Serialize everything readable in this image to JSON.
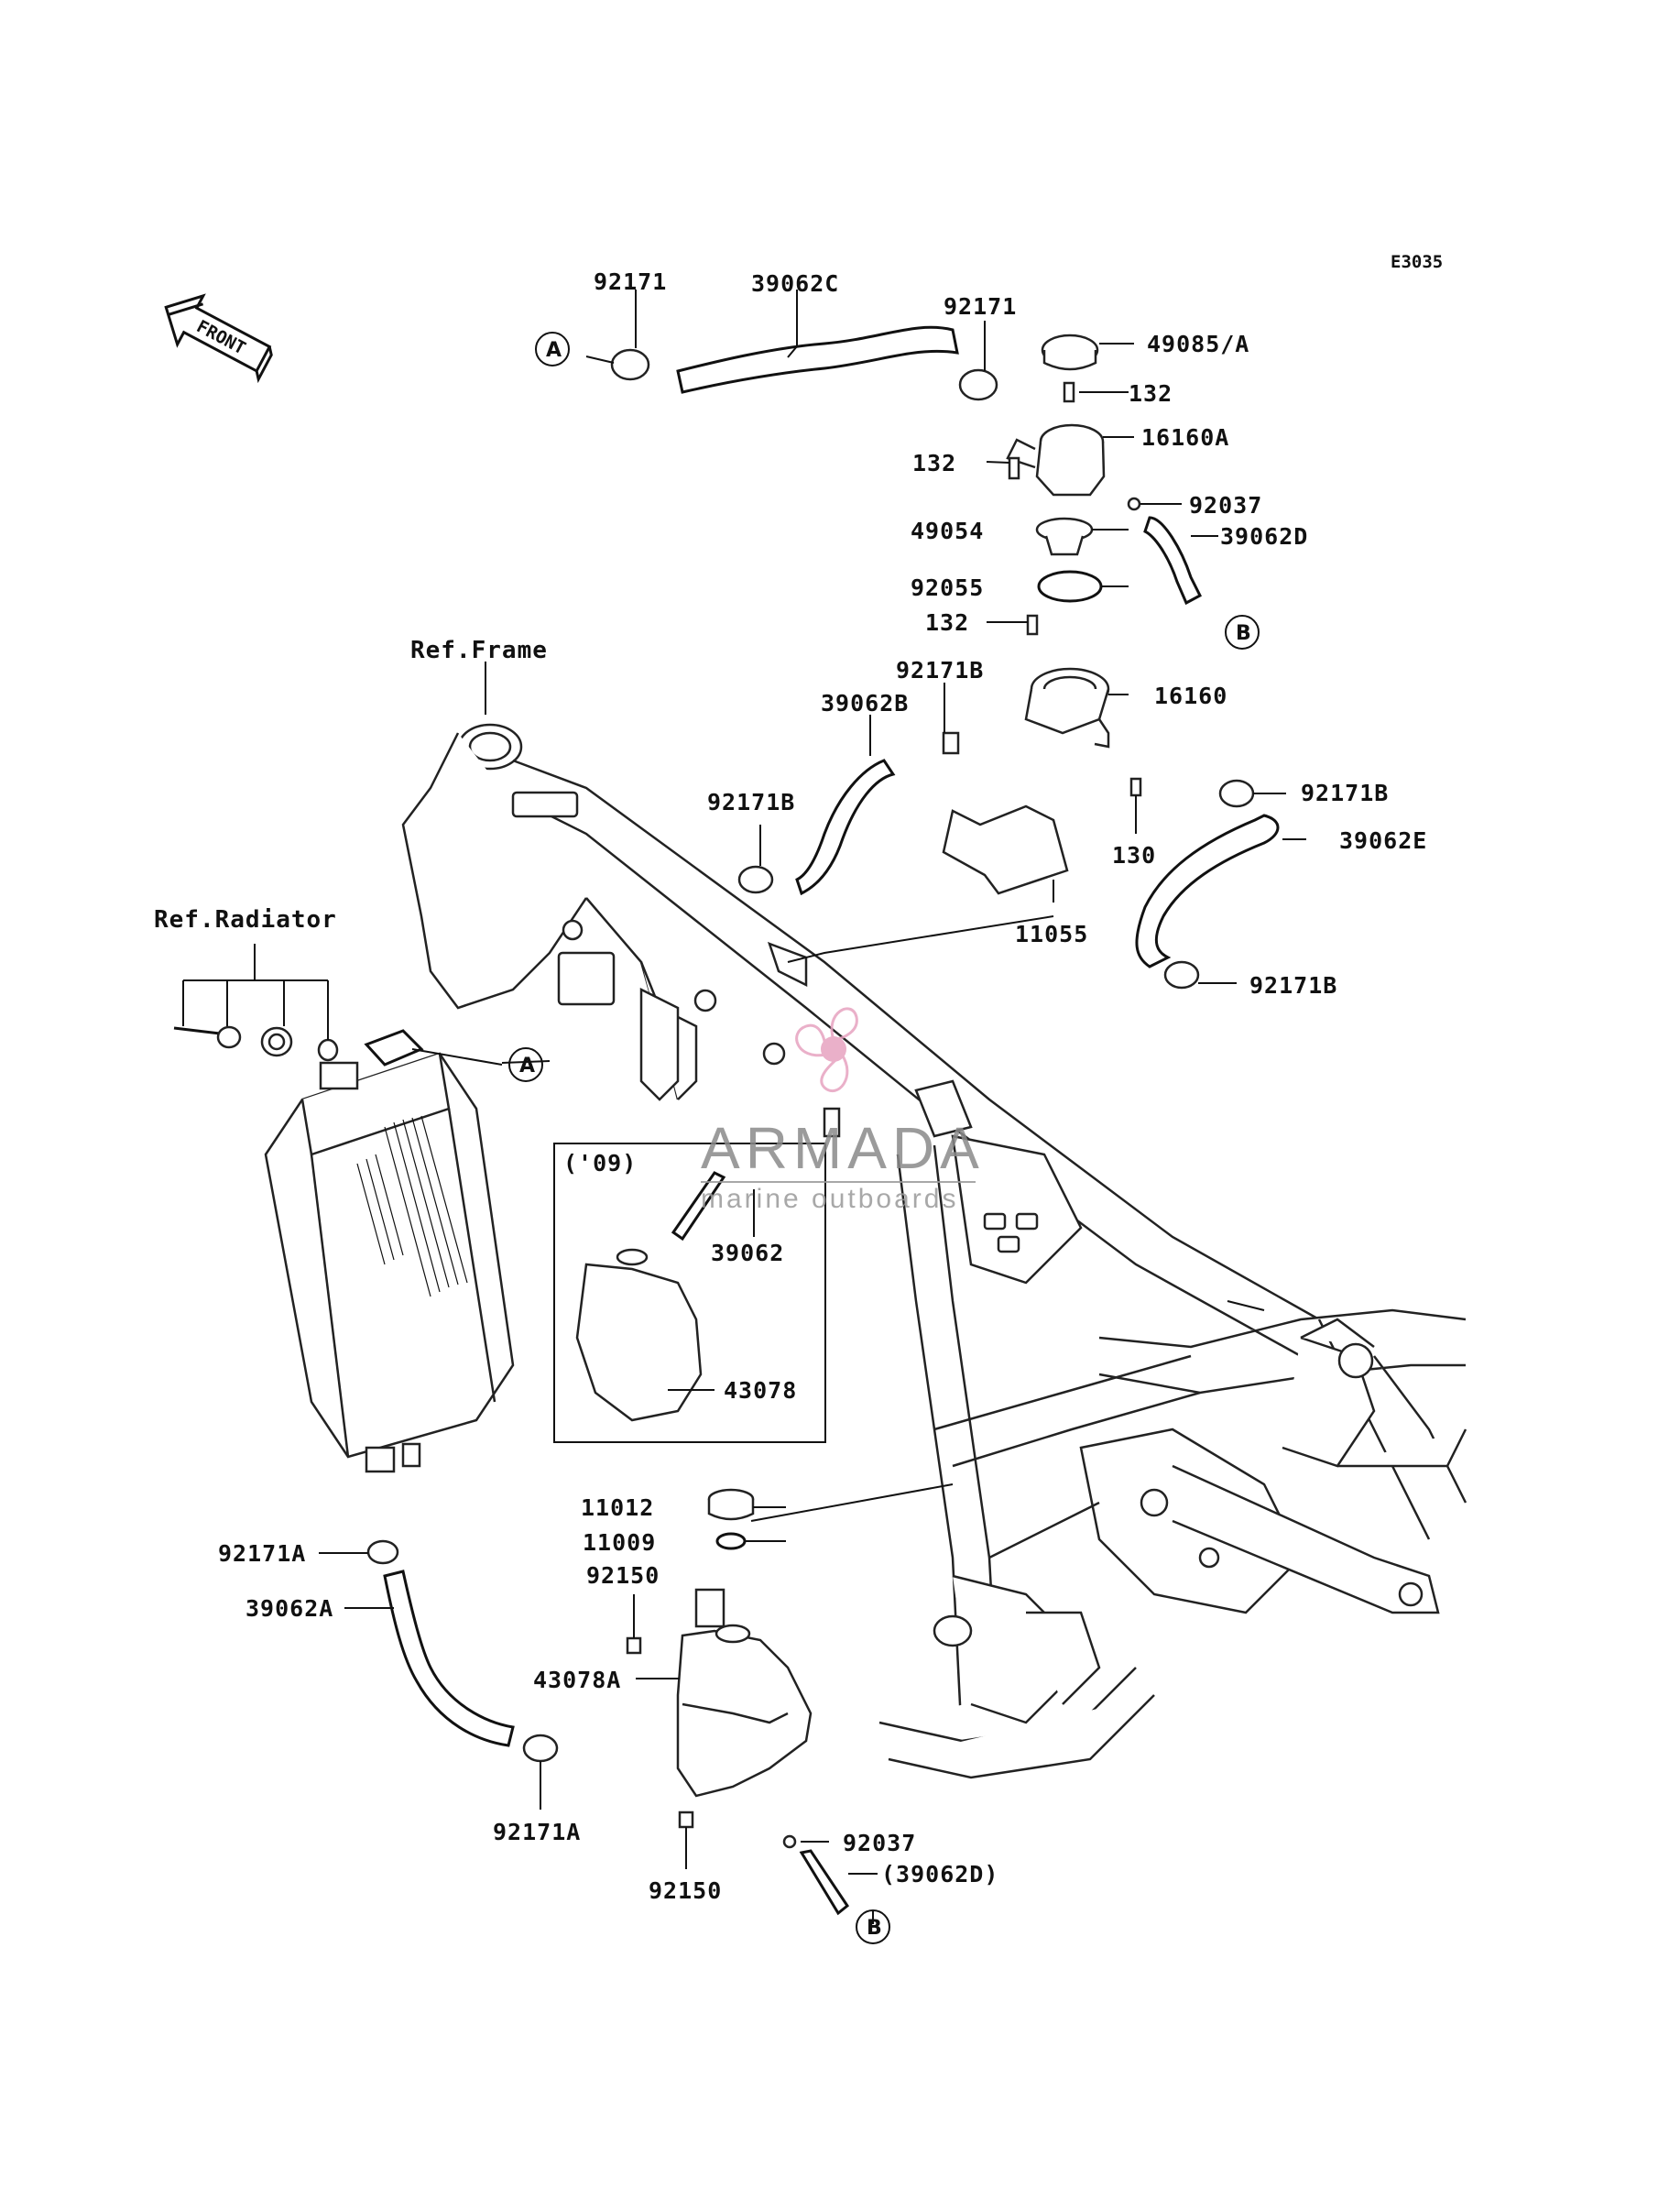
{
  "diagram": {
    "code": "E3035",
    "front_label": "FRONT",
    "ref_labels": {
      "frame": "Ref.Frame",
      "radiator": "Ref.Radiator"
    },
    "inset_year": "('09)",
    "connectors": {
      "a": "A",
      "b": "B"
    },
    "parts": [
      {
        "id": "p1",
        "label": "92171"
      },
      {
        "id": "p2",
        "label": "39062C"
      },
      {
        "id": "p3",
        "label": "92171"
      },
      {
        "id": "p4",
        "label": "49085/A"
      },
      {
        "id": "p5",
        "label": "132"
      },
      {
        "id": "p6",
        "label": "16160A"
      },
      {
        "id": "p7",
        "label": "132"
      },
      {
        "id": "p8",
        "label": "92037"
      },
      {
        "id": "p9",
        "label": "49054"
      },
      {
        "id": "p10",
        "label": "39062D"
      },
      {
        "id": "p11",
        "label": "92055"
      },
      {
        "id": "p12",
        "label": "132"
      },
      {
        "id": "p13",
        "label": "92171B"
      },
      {
        "id": "p14",
        "label": "16160"
      },
      {
        "id": "p15",
        "label": "39062B"
      },
      {
        "id": "p16",
        "label": "92171B"
      },
      {
        "id": "p17",
        "label": "92171B"
      },
      {
        "id": "p18",
        "label": "39062E"
      },
      {
        "id": "p19",
        "label": "130"
      },
      {
        "id": "p20",
        "label": "11055"
      },
      {
        "id": "p21",
        "label": "92171B"
      },
      {
        "id": "p22",
        "label": "39062"
      },
      {
        "id": "p23",
        "label": "43078"
      },
      {
        "id": "p24",
        "label": "11012"
      },
      {
        "id": "p25",
        "label": "11009"
      },
      {
        "id": "p26",
        "label": "92150"
      },
      {
        "id": "p27",
        "label": "92171A"
      },
      {
        "id": "p28",
        "label": "39062A"
      },
      {
        "id": "p29",
        "label": "43078A"
      },
      {
        "id": "p30",
        "label": "92171A"
      },
      {
        "id": "p31",
        "label": "92037"
      },
      {
        "id": "p32",
        "label": "(39062D)"
      },
      {
        "id": "p33",
        "label": "92150"
      }
    ]
  },
  "watermark": {
    "brand": "ARMADA",
    "tagline": "marine outboards",
    "color": "#e7a3c0"
  }
}
